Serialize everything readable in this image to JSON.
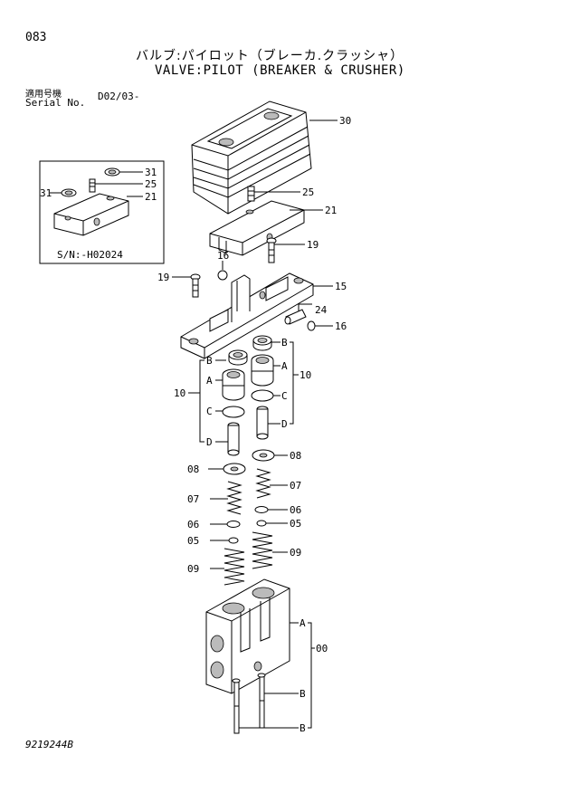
{
  "page_number": "083",
  "title_jp": "バルブ:パイロット（ブレーカ.クラッシャ）",
  "title_en": "VALVE:PILOT (BREAKER & CRUSHER)",
  "serial_label_jp": "適用号機",
  "serial_label_en": "Serial No.",
  "serial_value": "D02/03-",
  "inset_serial": "S/N:-H02024",
  "footer_code": "9219244B",
  "callouts": {
    "c30": "30",
    "c31a": "31",
    "c25a": "25",
    "c31b": "31",
    "c21a": "21",
    "c25b": "25",
    "c21b": "21",
    "c19a": "19",
    "c16a": "16",
    "c19b": "19",
    "c15": "15",
    "c24": "24",
    "c16b": "16",
    "bL": "B",
    "aL": "A",
    "cL": "C",
    "dL": "D",
    "n10L": "10",
    "bR": "B",
    "aR": "A",
    "cR": "C",
    "dR": "D",
    "n10R": "10",
    "c08a": "08",
    "c08b": "08",
    "c07a": "07",
    "c07b": "07",
    "c06a": "06",
    "c06b": "06",
    "c05a": "05",
    "c05b": "05",
    "c09a": "09",
    "c09b": "09",
    "aBody": "A",
    "n00": "00",
    "bS1": "B",
    "bS2": "B"
  }
}
